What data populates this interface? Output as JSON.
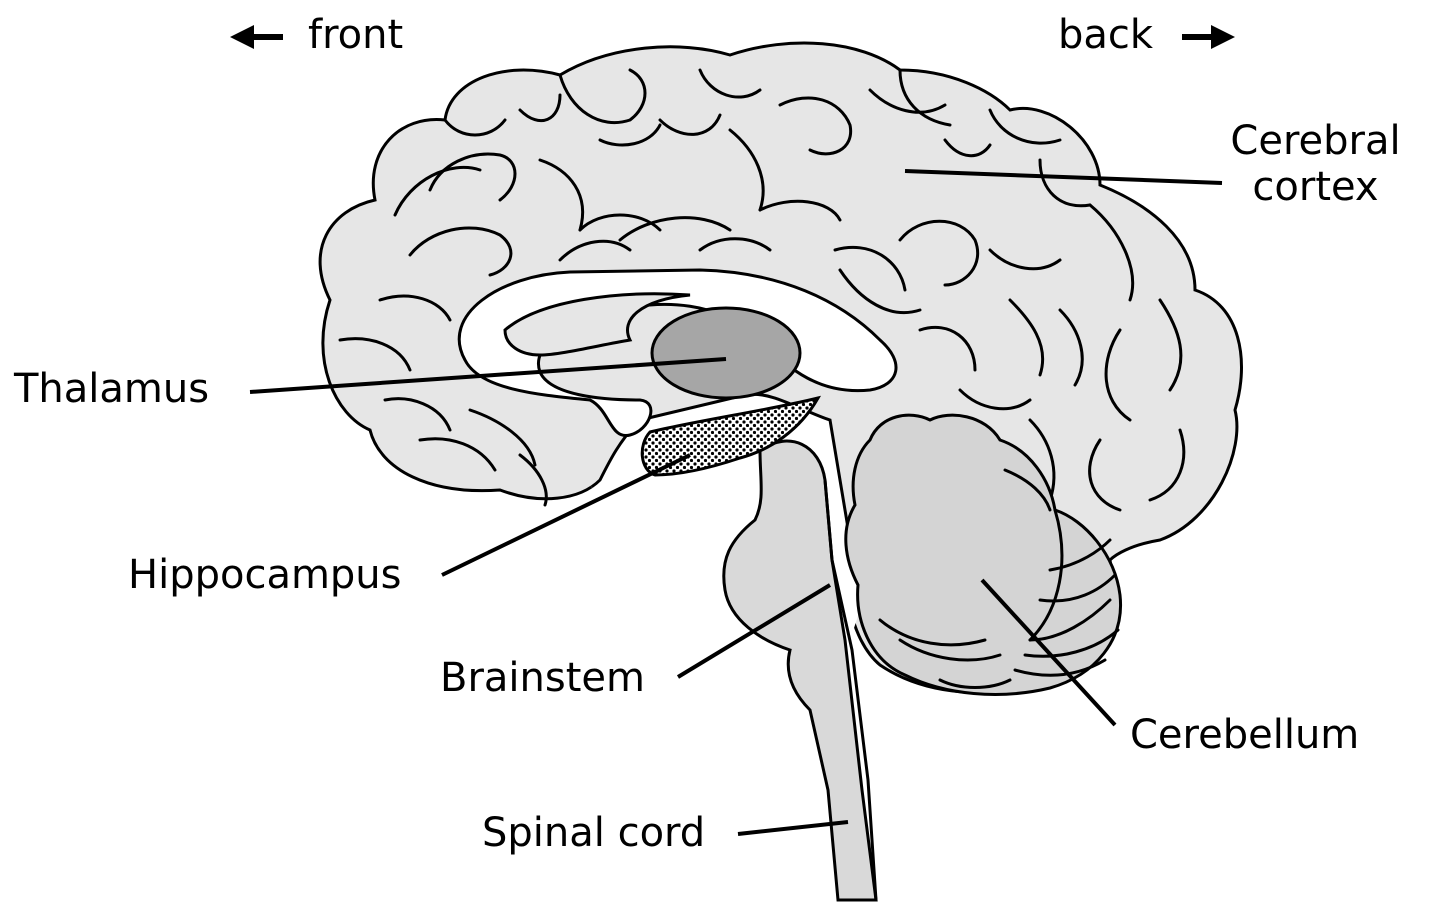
{
  "orientation": {
    "front": "front",
    "back": "back"
  },
  "labels": {
    "cerebral_cortex_line1": "Cerebral",
    "cerebral_cortex_line2": "cortex",
    "thalamus": "Thalamus",
    "hippocampus": "Hippocampus",
    "brainstem": "Brainstem",
    "cerebellum": "Cerebellum",
    "spinal_cord": "Spinal cord"
  },
  "colors": {
    "cortex_fill": "#e6e6e6",
    "thalamus_fill": "#a6a6a6",
    "brainstem_fill": "#d9d9d9",
    "cerebellum_fill": "#d4d4d4",
    "outline": "#000000",
    "background": "#ffffff"
  }
}
